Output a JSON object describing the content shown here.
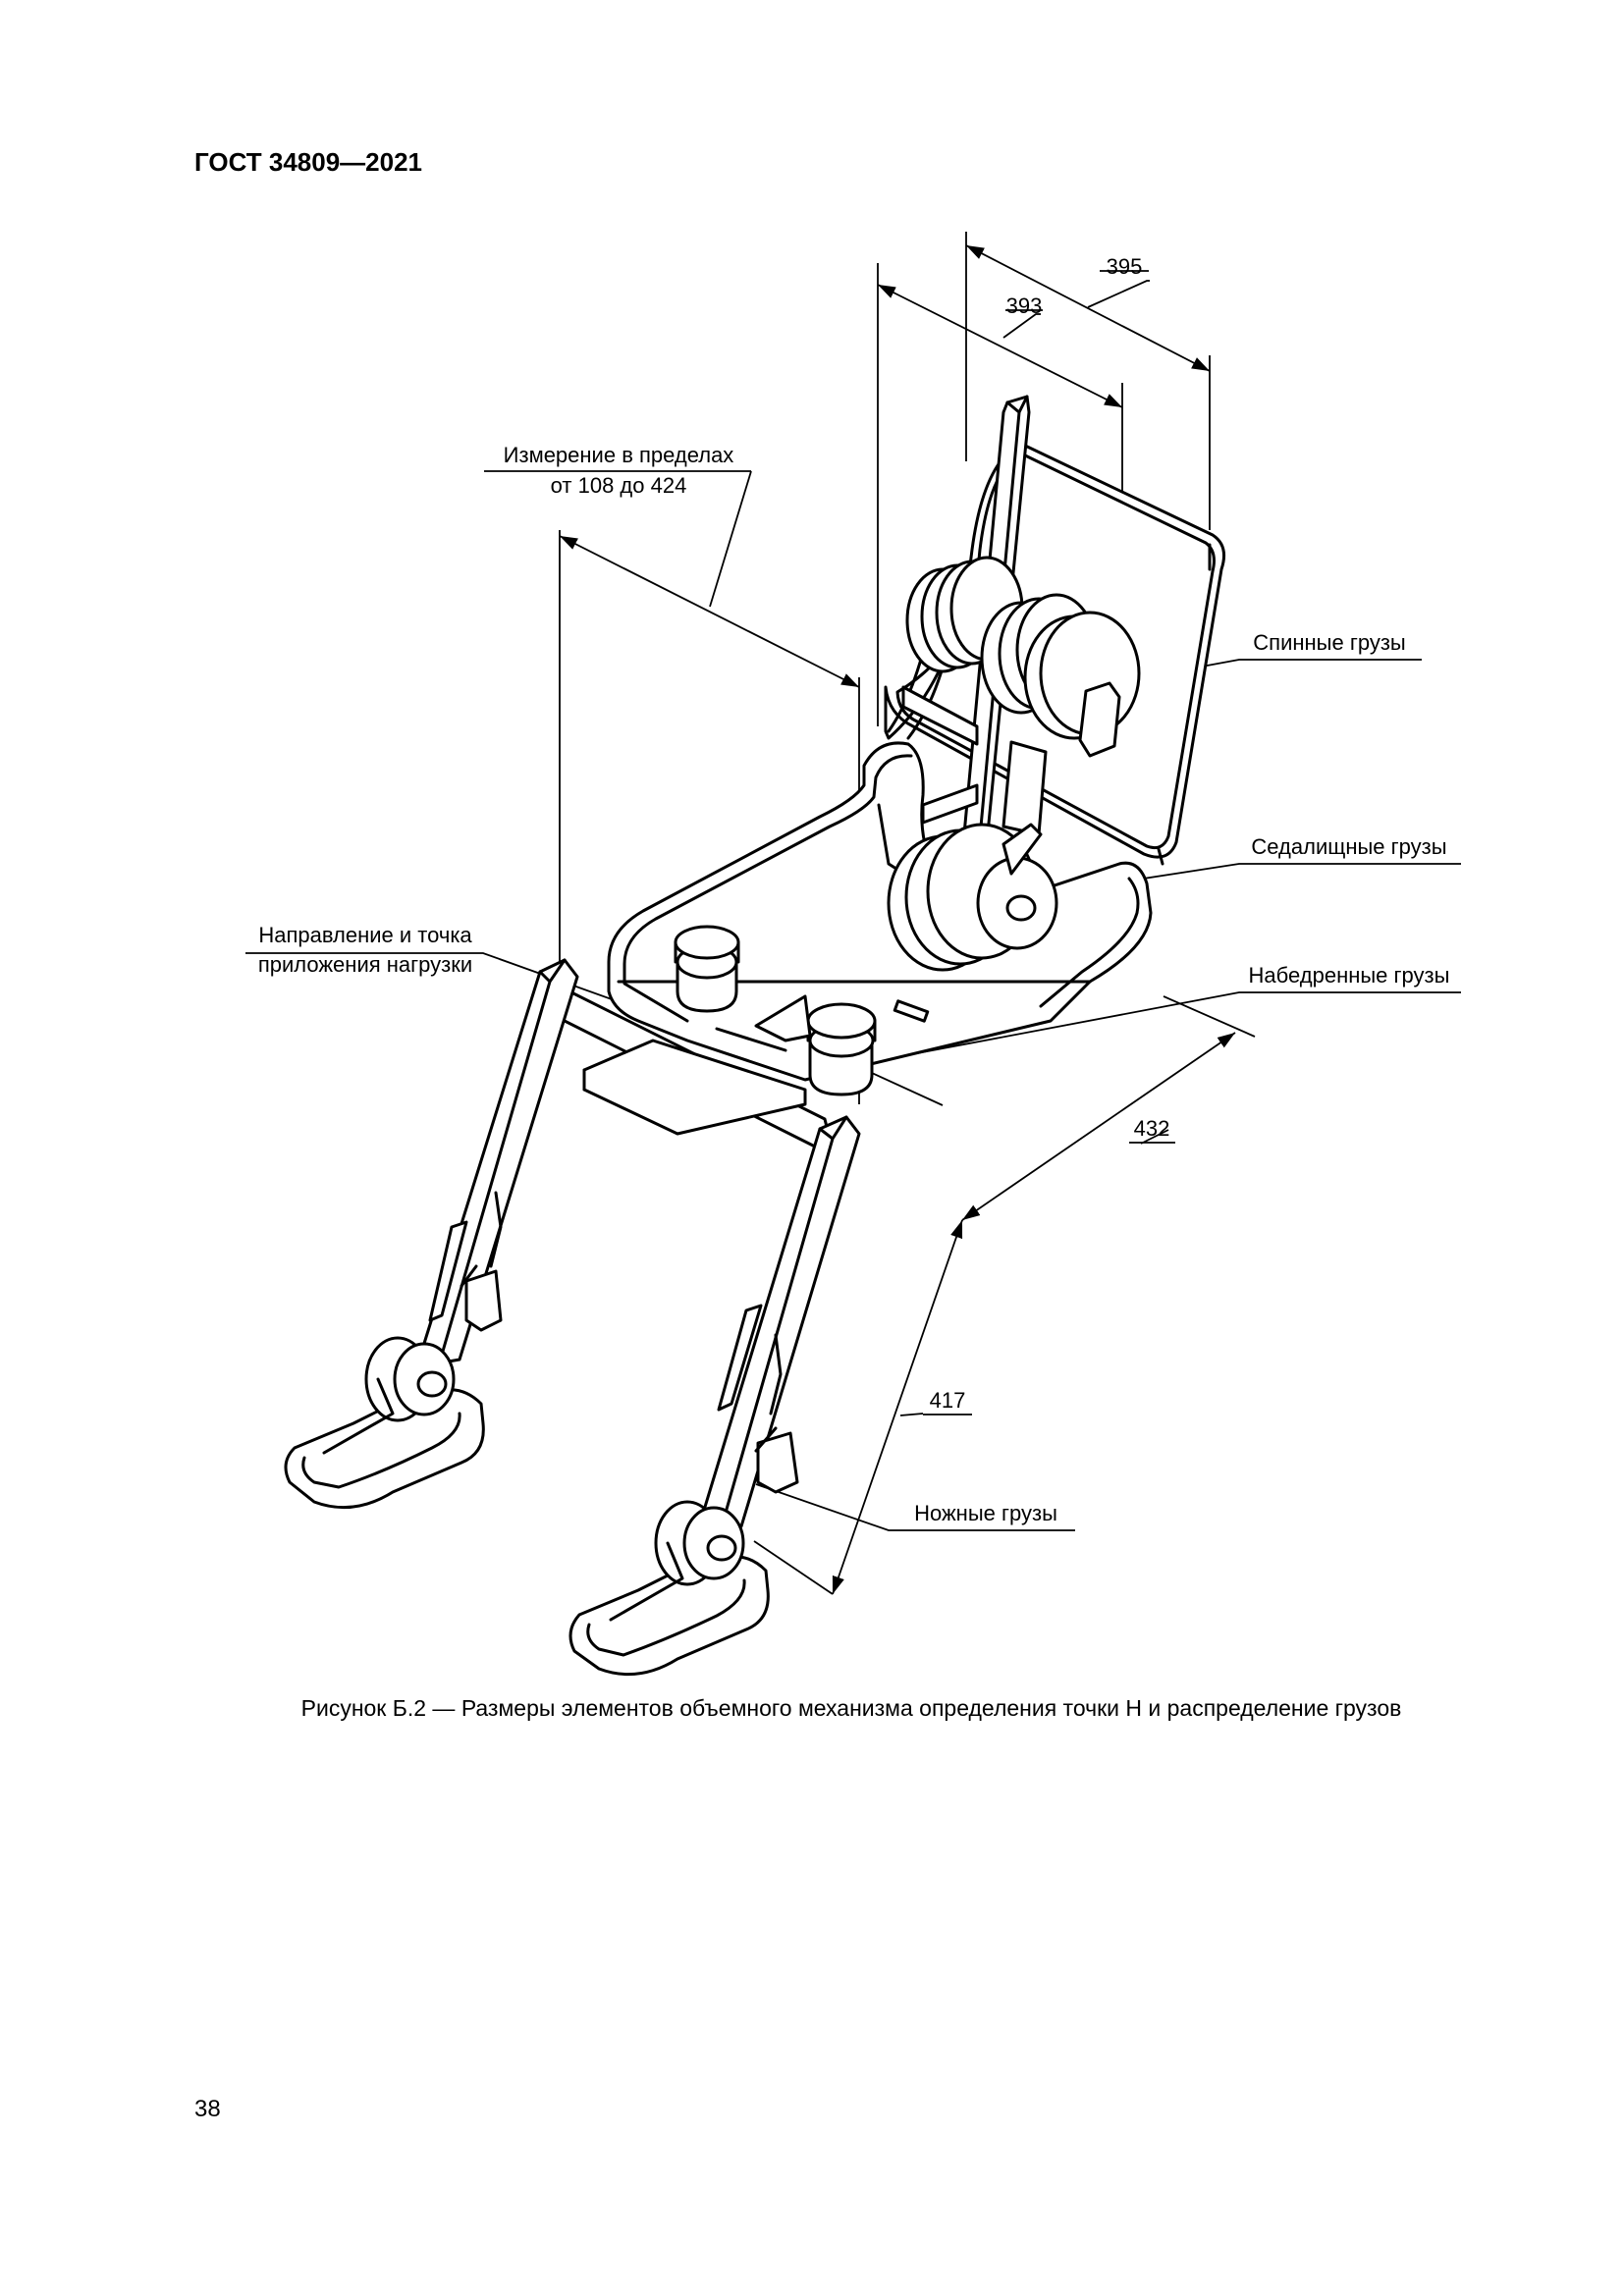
{
  "document": {
    "standard": "ГОСТ 34809—2021",
    "page_number": "38",
    "caption": "Рисунок Б.2 — Размеры элементов объемного механизма определения точки H и распределение грузов"
  },
  "figure": {
    "labels": {
      "measure_line1": "Измерение в пределах",
      "measure_line2": "от 108 до 424",
      "load_line1": "Направление и точка",
      "load_line2": "приложения нагрузки",
      "back_weights": "Спинные грузы",
      "seat_weights": "Седалищные грузы",
      "thigh_weights": "Набедренные грузы",
      "foot_weights": "Ножные грузы"
    },
    "dimensions": {
      "d395": "395",
      "d393": "393",
      "d432": "432",
      "d417": "417"
    }
  }
}
